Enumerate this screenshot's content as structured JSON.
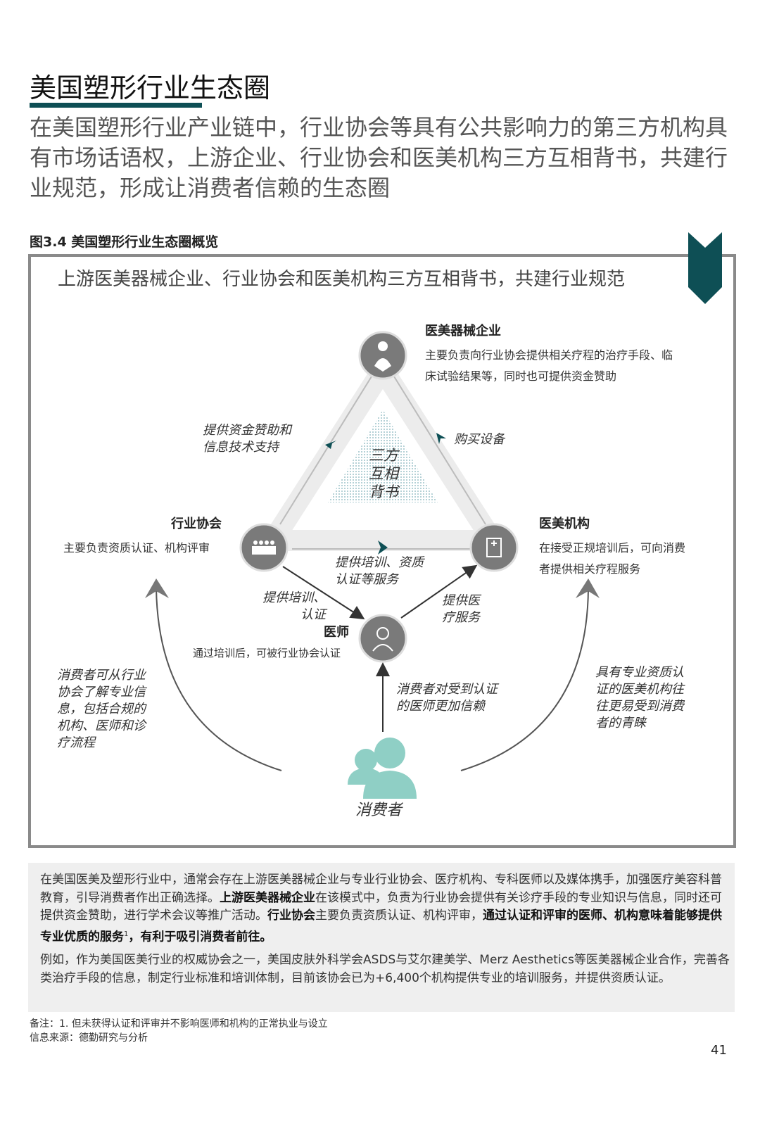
{
  "title": "美国塑形行业生态圈",
  "subtitle": "在美国塑形行业产业链中，行业协会等具有公共影响力的第三方机构具有市场话语权，上游企业、行业协会和医美机构三方互相背书，共建行业规范，形成让消费者信赖的生态圈",
  "figure": {
    "caption": "图3.4 美国塑形行业生态圈概览",
    "heading": "上游医美器械企业、行业协会和医美机构三方互相背书，共建行业规范",
    "center_label": [
      "三方",
      "互相",
      "背书"
    ],
    "nodes": {
      "manufacturer": {
        "title": "医美器械企业",
        "desc": [
          "主要负责向行业协会提供相关疗程的治疗手段、临",
          "床试验结果等，同时也可提供资金赞助"
        ]
      },
      "association": {
        "title": "行业协会",
        "desc": "主要负责资质认证、机构评审"
      },
      "institution": {
        "title": "医美机构",
        "desc": [
          "在接受正规培训后，可向消费",
          "者提供相关疗程服务"
        ]
      },
      "doctor": {
        "title": "医师",
        "desc": "通过培训后，可被行业协会认证"
      },
      "consumer": {
        "title": "消费者"
      }
    },
    "edges": {
      "funding": [
        "提供资金赞助和",
        "信息技术支持"
      ],
      "buy": "购买设备",
      "training_cert": [
        "提供培训、资质",
        "认证等服务"
      ],
      "train_doctor": [
        "提供培训、",
        "认证"
      ],
      "medical_service": [
        "提供医",
        "疗服务"
      ],
      "consumer_assoc": [
        "消费者可从行业",
        "协会了解专业信",
        "息，包括合规的",
        "机构、医师和诊",
        "疗流程"
      ],
      "consumer_doctor": [
        "消费者对受到认证",
        "的医师更加信赖"
      ],
      "consumer_inst": [
        "具有专业资质认",
        "证的医美机构往",
        "往更易受到消费",
        "者的青睐"
      ]
    }
  },
  "textbox": {
    "p1": [
      {
        "t": "在美国医美及塑形行业中，通常会存在上游医美器械企业与专业行业协会、医疗机构、专科医师以及媒体携手，加强医疗美容科普教育，引导消费者作出正确选择。",
        "b": false
      },
      {
        "t": "上游医美器械企业",
        "b": true
      },
      {
        "t": "在该模式中，负责为行业协会提供有关诊疗手段的专业知识与信息，同时还可提供资金赞助，进行学术会议等推广活动。",
        "b": false
      },
      {
        "t": "行业协会",
        "b": true
      },
      {
        "t": "主要负责资质认证、机构评审，",
        "b": false
      },
      {
        "t": "通过认证和评审的医师、机构意味着能够提供专业优质的服务",
        "b": true
      },
      {
        "t": "1",
        "b": false,
        "sup": true
      },
      {
        "t": "，有利于吸引消费者前往。",
        "b": true
      }
    ],
    "p2": "例如，作为美国医美行业的权威协会之一，美国皮肤外科学会ASDS与艾尔建美学、Merz Aesthetics等医美器械企业合作，完善各类治疗手段的信息，制定行业标准和培训体制，目前该协会已为+6,400个机构提供专业的培训服务，并提供资质认证。"
  },
  "notes": {
    "note": "备注：1. 但未获得认证和评审并不影响医师和机构的正常执业与设立",
    "source": "信息来源：德勤研究与分析"
  },
  "page_number": "41",
  "colors": {
    "teal": "#0e4f55",
    "gray_circle": "#7a7a7a",
    "consumer": "#8fcfc5"
  }
}
